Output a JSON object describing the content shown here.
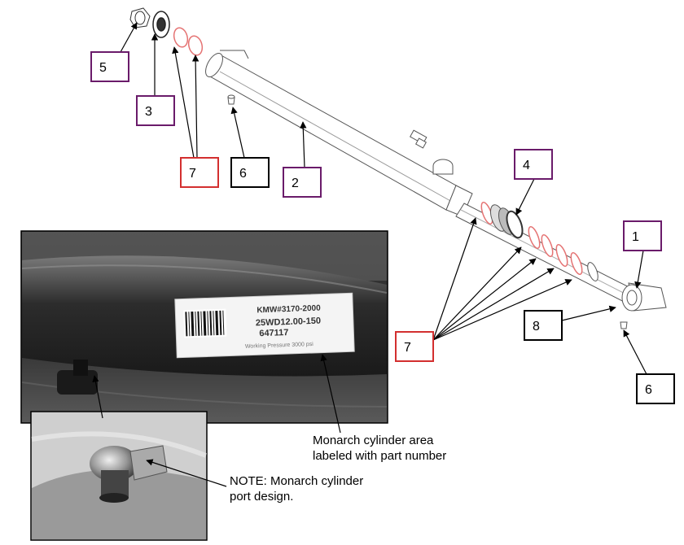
{
  "callouts": [
    {
      "id": "c5",
      "text": "5",
      "color": "#6a1b6a"
    },
    {
      "id": "c3",
      "text": "3",
      "color": "#6a1b6a"
    },
    {
      "id": "c7a",
      "text": "7",
      "color": "#d32f2f"
    },
    {
      "id": "c6a",
      "text": "6",
      "color": "#000000"
    },
    {
      "id": "c2",
      "text": "2",
      "color": "#6a1b6a"
    },
    {
      "id": "c4",
      "text": "4",
      "color": "#6a1b6a"
    },
    {
      "id": "c1",
      "text": "1",
      "color": "#6a1b6a"
    },
    {
      "id": "c8",
      "text": "8",
      "color": "#000000"
    },
    {
      "id": "c7b",
      "text": "7",
      "color": "#d32f2f"
    },
    {
      "id": "c6b",
      "text": "6",
      "color": "#000000"
    }
  ],
  "photo_label": {
    "line1": "KMW#3170-2000",
    "line2": "25WD12.00-150",
    "line3": "647117",
    "line4": "Working Pressure 3000 psi"
  },
  "notes": {
    "label_note": "Monarch cylinder area\nlabeled with part number",
    "port_note": "NOTE: Monarch cylinder\nport design."
  },
  "colors": {
    "seal": "#e57373",
    "line": "#555555"
  }
}
